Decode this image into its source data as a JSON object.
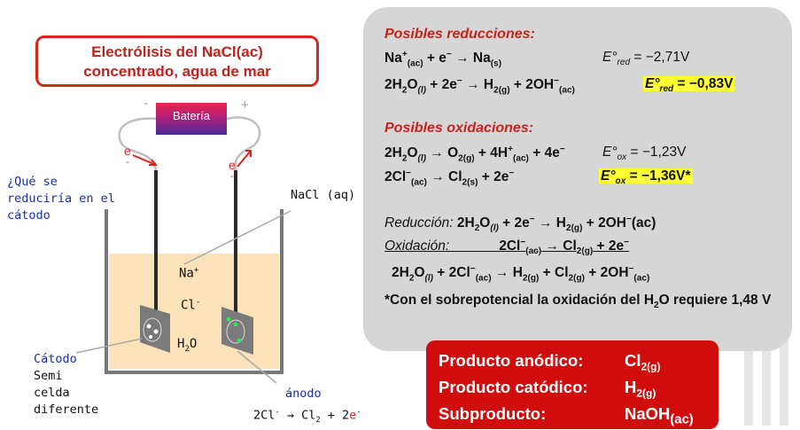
{
  "title": {
    "line1": "Electrólisis del NaCl(ac)",
    "line2": "concentrado, agua de mar"
  },
  "battery": {
    "label": "Batería",
    "minus": "-",
    "plus": "+"
  },
  "electron_labels": {
    "left": "e",
    "right": "e",
    "left_minus": "-",
    "right_minus": "-"
  },
  "question": {
    "lines": [
      "¿Qué se",
      "reduciría en el",
      "cátodo"
    ]
  },
  "nacl_label": "NaCl (aq)",
  "solution": {
    "na": "Na",
    "na_sup": "+",
    "cl": "Cl",
    "cl_sup": "-",
    "h2o_h": "H",
    "h2o_sub": "2",
    "h2o_o": "O"
  },
  "cathode": {
    "lines": [
      "Cátodo",
      "Semi",
      "celda",
      "diferente"
    ]
  },
  "anode": {
    "label": "ánodo",
    "reaction": {
      "a": "2Cl",
      "a_sup": "-",
      "arrow": "→",
      "b": "Cl",
      "b_sub": "2",
      "c": "+ 2",
      "e": "e",
      "e_sup": "-"
    }
  },
  "panel": {
    "reductions_title": "Posibles reducciones:",
    "oxidations_title": "Posibles oxidaciones:",
    "e_red_1": "E°red = −2,71V",
    "e_red_2": "E°red = −0,83V",
    "e_ox_1": "E°ox = −1,23V",
    "e_ox_2": "E°ox = −1,36V*",
    "reduccion_label": "Reducción:",
    "oxidacion_label": "Oxidación:",
    "note": "*Con el sobrepotencial la oxidación del H2O requiere 1,48 V"
  },
  "products": {
    "anodic_label": "Producto anódico:",
    "anodic_value": "Cl2(g)",
    "cathodic_label": "Producto catódico:",
    "cathodic_value": "H2(g)",
    "by_label": "Subproducto:",
    "by_value": "NaOH(ac)"
  },
  "colors": {
    "red": "#d10c0c",
    "title_red": "#c0231c",
    "blue_text": "#1a2ea8",
    "highlight": "#ffff33",
    "panel": "#d6d6d6",
    "solution": "#fbe2b8"
  }
}
